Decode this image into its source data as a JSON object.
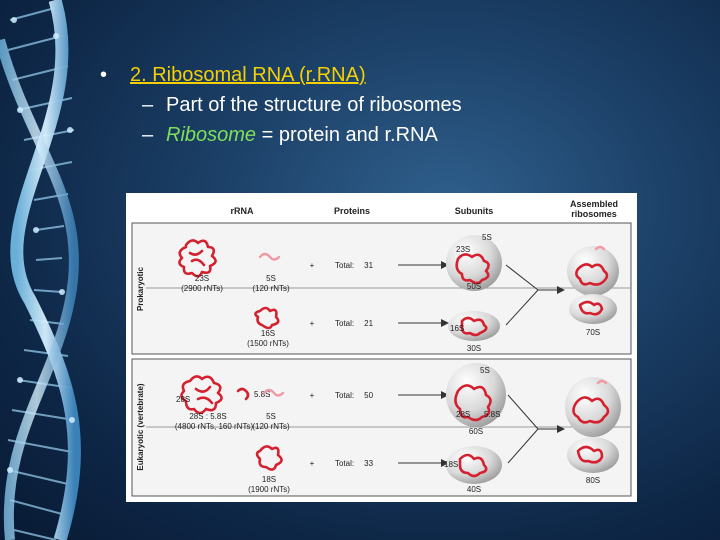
{
  "bullets": {
    "main": {
      "marker": "•",
      "text": "2.  Ribosomal RNA (r.RNA)"
    },
    "sub_marker": "–",
    "sub1": "Part of the structure of ribosomes",
    "sub2_term": "Ribosome",
    "sub2_rest": " = protein and r.RNA"
  },
  "colors": {
    "title_text": "#f5d000",
    "highlight_text": "#7fe05a",
    "body_text": "#ffffff",
    "rrna": "#d4202f",
    "background": "#1b3f66"
  },
  "figure": {
    "headers": [
      "rRNA",
      "Proteins",
      "Subunits",
      "Assembled",
      "ribosomes"
    ],
    "row_labels": [
      "Prokaryotic",
      "Eukaryotic (vertebrate)"
    ],
    "plus": "+",
    "total_label": "Total:",
    "prokaryote": {
      "large": {
        "rrna": [
          {
            "name": "23S",
            "size": "(2900 rNTs)"
          },
          {
            "name": "5S",
            "size": "(120 rNTs)"
          }
        ],
        "proteins": "31",
        "subunit": "50S"
      },
      "small": {
        "rrna": [
          {
            "name": "16S",
            "size": "(1500 rNTs)"
          }
        ],
        "proteins": "21",
        "subunit": "30S"
      },
      "ribosome": "70S"
    },
    "eukaryote": {
      "large": {
        "rrna": [
          {
            "name": "28S"
          },
          {
            "name": "5S",
            "size": "(120 rNTs)"
          },
          {
            "name": "5.8S"
          }
        ],
        "combined_name": "28S : 5.8S",
        "combined_size": "(4800 rNTs, 160 rNTs)",
        "proteins": "50",
        "subunit": "60S"
      },
      "small": {
        "rrna": [
          {
            "name": "18S",
            "size": "(1900 rNTs)"
          }
        ],
        "proteins": "33",
        "subunit": "40S"
      },
      "ribosome": "80S"
    }
  }
}
